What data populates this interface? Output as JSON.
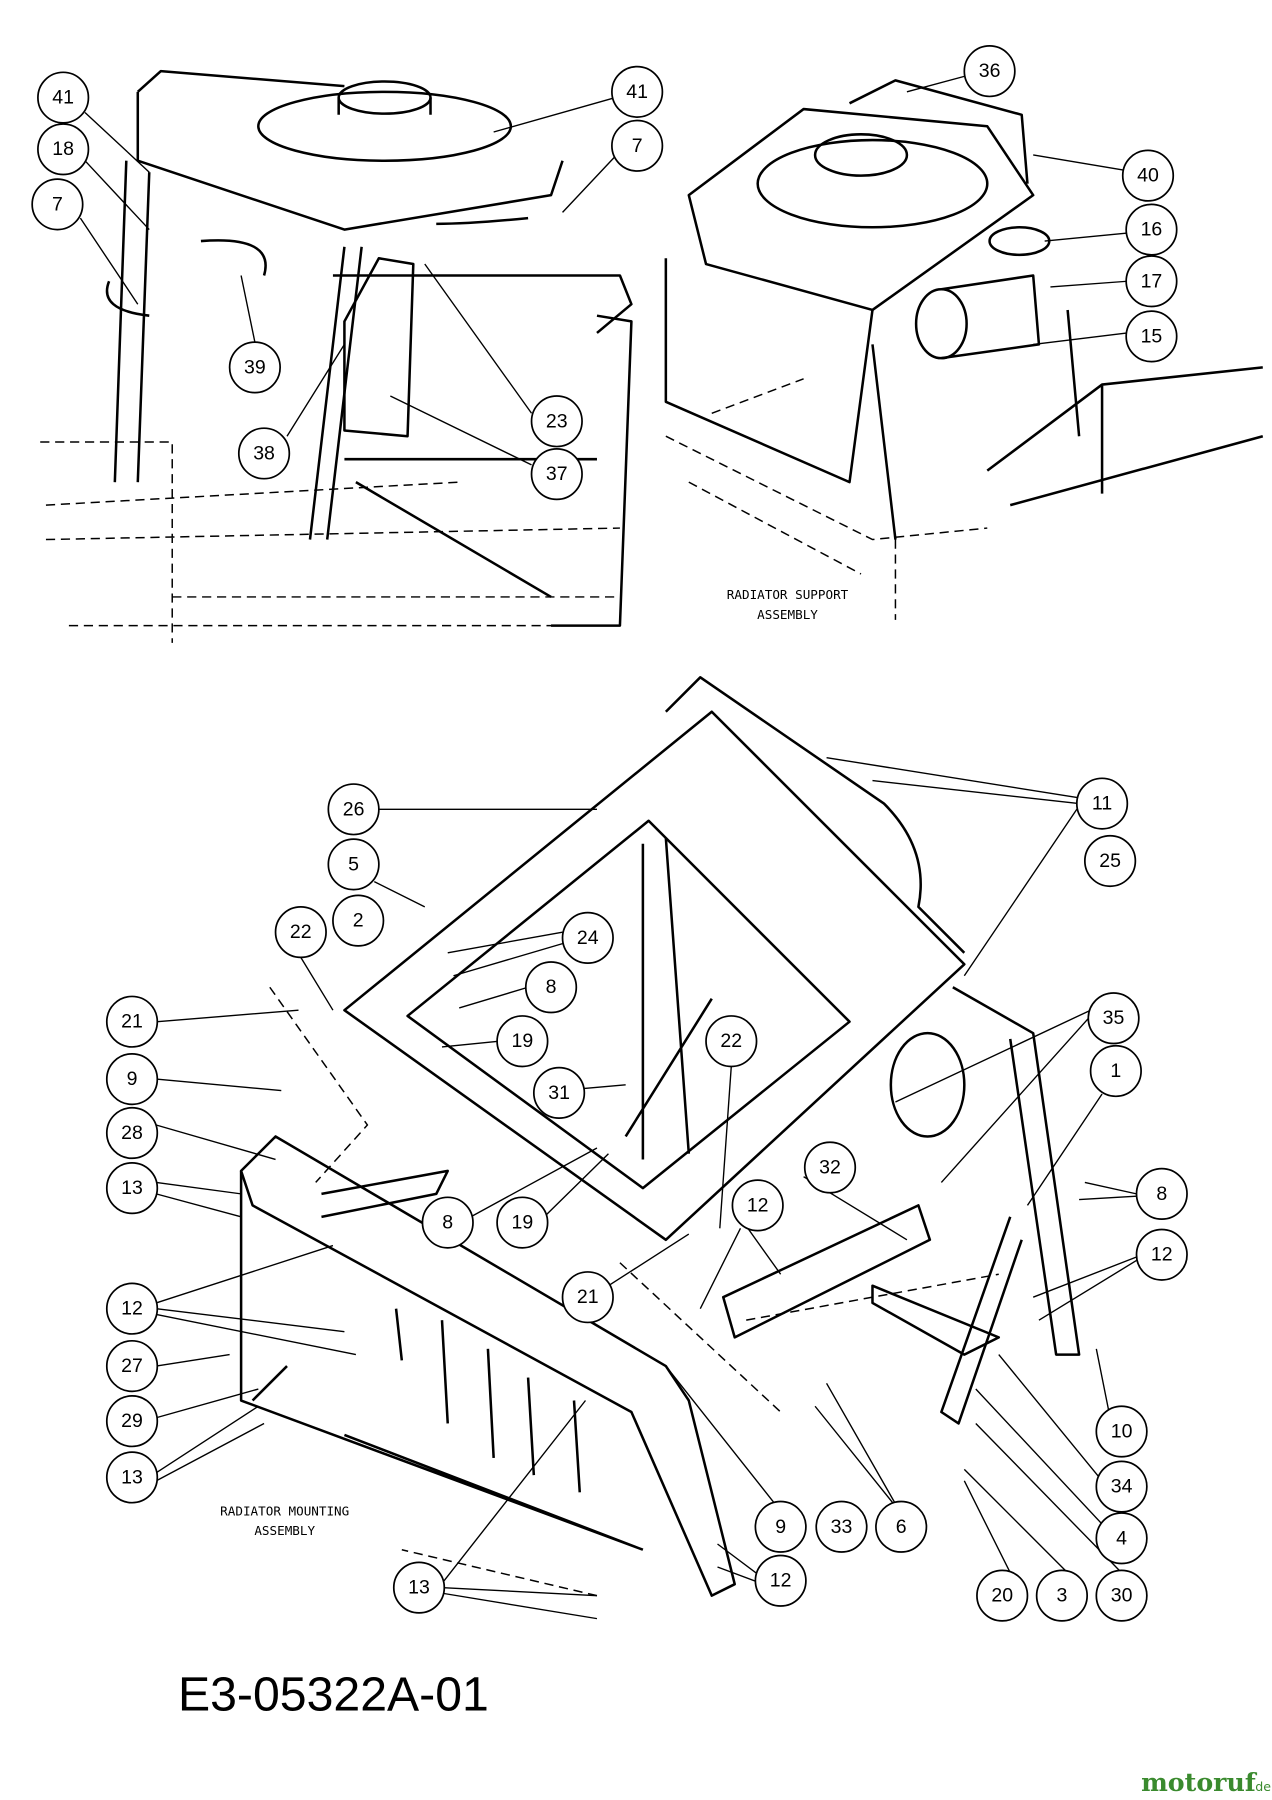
{
  "diagram": {
    "drawing_number": "E3-05322A-01",
    "notes": {
      "support_line1": "RADIATOR SUPPORT",
      "support_line2": "ASSEMBLY",
      "mounting_line1": "RADIATOR MOUNTING",
      "mounting_line2": "ASSEMBLY"
    },
    "logo": {
      "name": "motoruf",
      "suffix": ".de",
      "color": "#3a8a2e"
    },
    "callouts": [
      "41",
      "41",
      "7",
      "18",
      "7",
      "39",
      "38",
      "23",
      "37",
      "36",
      "40",
      "16",
      "17",
      "15",
      "26",
      "11",
      "5",
      "25",
      "2",
      "24",
      "22",
      "8",
      "21",
      "19",
      "35",
      "22",
      "1",
      "9",
      "31",
      "28",
      "8",
      "13",
      "32",
      "12",
      "8",
      "19",
      "12",
      "12",
      "21",
      "27",
      "10",
      "29",
      "13",
      "34",
      "9",
      "33",
      "6",
      "4",
      "12",
      "13",
      "20",
      "3",
      "30"
    ]
  }
}
